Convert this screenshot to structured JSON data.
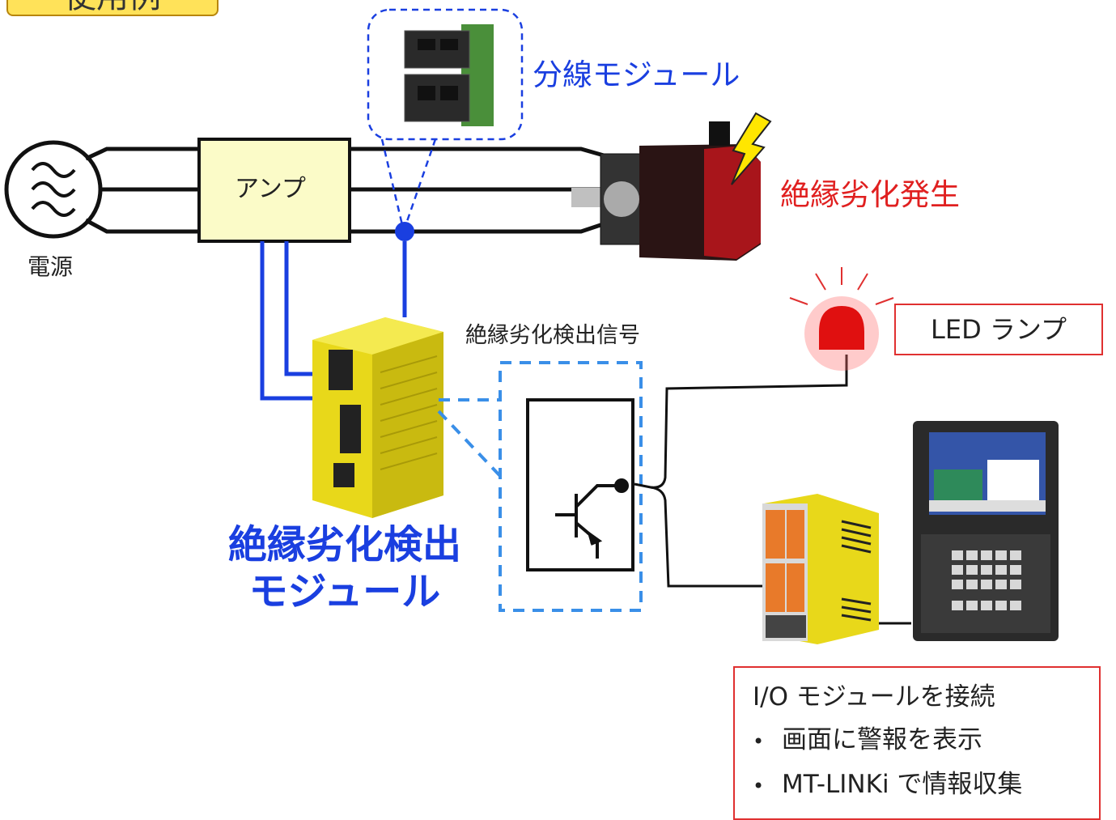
{
  "title_badge": "使用例",
  "labels": {
    "split_module": "分線モジュール",
    "amp": "アンプ",
    "power": "電源",
    "degradation": "絶縁劣化発生",
    "signal": "絶縁劣化検出信号",
    "detection_module_line1": "絶縁劣化検出",
    "detection_module_line2": "モジュール",
    "led_lamp": "LED ランプ"
  },
  "info": {
    "heading": "I/O モジュールを接続",
    "items": [
      "画面に警報を表示",
      "MT-LINKi で情報収集"
    ]
  },
  "colors": {
    "blue_wire": "#1a3fe0",
    "red_text": "#e02020",
    "amp_fill": "#fbfbc8",
    "module_yellow": "#f2e21a",
    "dashed_blue": "#3a8fe8"
  }
}
